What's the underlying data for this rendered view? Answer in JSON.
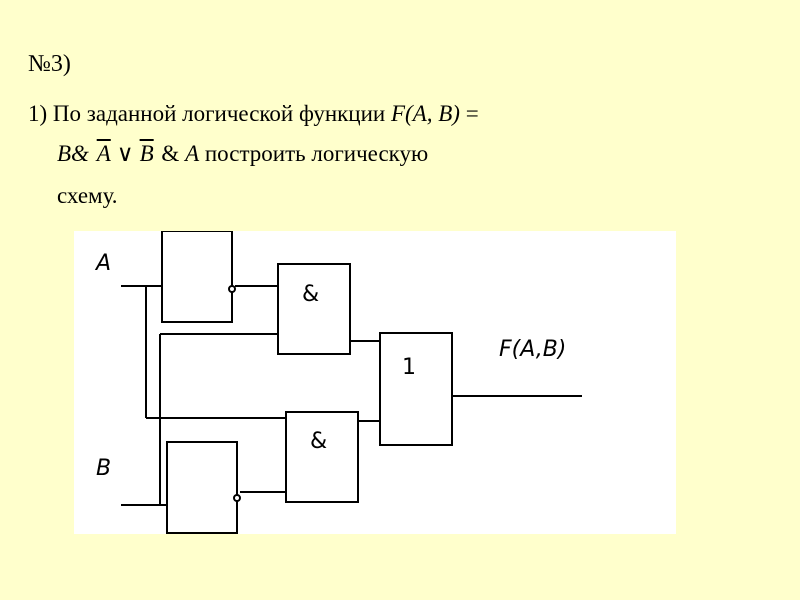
{
  "slide": {
    "title": "№3)",
    "task_prefix": "1) По заданной логической функции ",
    "function_lhs": "F(A, B)",
    "equals": " =",
    "term_b": "B&",
    "not_a": "A",
    "or_symbol": "∨",
    "not_b": "B",
    "and_a": " & ",
    "term_a": "A",
    "task_tail": " построить логическую",
    "task_end": "схему."
  },
  "diagram": {
    "input_a": "A",
    "input_b": "B",
    "and_gate_top": "&",
    "and_gate_bottom": "&",
    "or_gate": "1",
    "output_label": "F(A,B)"
  }
}
